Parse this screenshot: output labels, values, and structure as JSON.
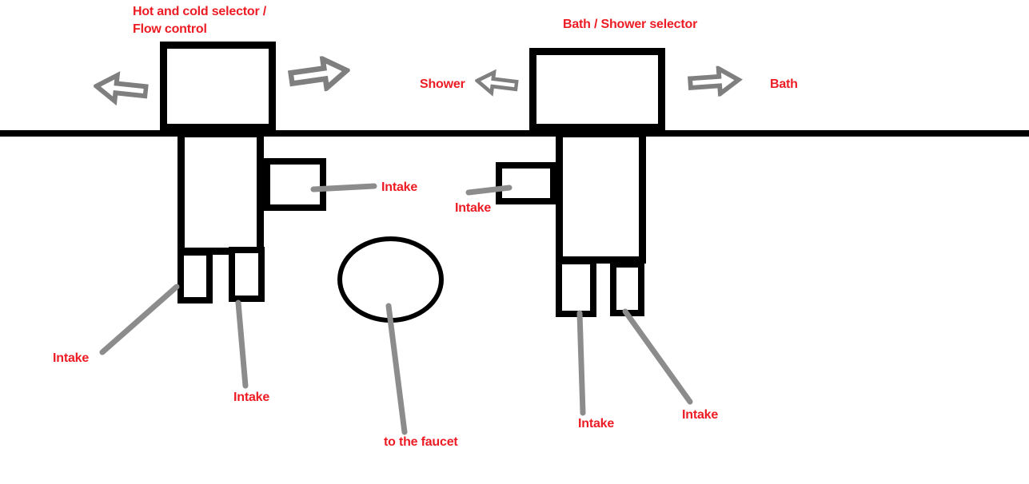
{
  "colors": {
    "ink_black": "#000000",
    "annotation_red": "#ed1c24",
    "arrow_gray": "#7f7f7f",
    "pointer_line_gray": "#8c8c8c",
    "background": "#ffffff"
  },
  "left_valve": {
    "title_line1": "Hot and cold selector /",
    "title_line2": "Flow control",
    "side_intake_label": "Intake",
    "bottom_left_intake_label": "Intake",
    "bottom_right_intake_label": "Intake"
  },
  "right_valve": {
    "title": "Bath / Shower selector",
    "shower_label": "Shower",
    "bath_label": "Bath",
    "side_intake_label": "Intake",
    "bottom_left_intake_label": "Intake",
    "bottom_right_intake_label": "Intake"
  },
  "faucet": {
    "label": "to the faucet"
  }
}
